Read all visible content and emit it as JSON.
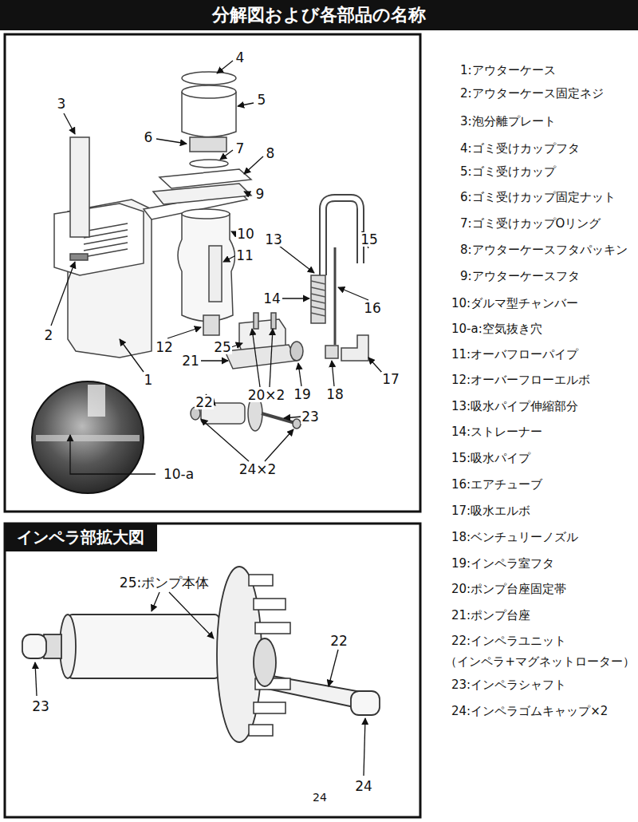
{
  "diagram": {
    "nodes": [
      {
        "text": [
          "分解図および各部品の名称"
        ]
      },
      {
        "text": [
          "インペラ部拡大図"
        ]
      }
    ],
    "labels": [
      "4",
      "5",
      "3",
      "6",
      "7",
      "8",
      "9",
      "10",
      "13",
      "15",
      "11",
      "2",
      "14",
      "16",
      "12",
      "25",
      "21",
      "1",
      "20×2",
      "19",
      "18",
      "17",
      "22",
      "23",
      "24×2",
      "10-a",
      "1:アウターケース",
      "2:アウターケース固定ネジ",
      "3:泡分離プレート",
      "4:ゴミ受けカップフタ",
      "5:ゴミ受けカップ",
      "6:ゴミ受けカップ固定ナット",
      "7:ゴミ受けカップOリング",
      "8:アウターケースフタパッキン",
      "9:アウターケースフタ",
      "10:ダルマ型チャンバー",
      "10-a:空気抜き穴",
      "11:オーバフローパイプ",
      "12:オーバーフローエルボ",
      "13:吸水パイプ伸縮部分",
      "14:ストレーナー",
      "15:吸水パイプ",
      "16:エアチューブ",
      "17:吸水エルボ",
      "18:ベンチュリーノズル",
      "19:インペラ室フタ",
      "20:ポンプ台座固定帯",
      "21:ポンプ台座",
      "22:インペラユニット",
      "（インペラ+マグネットローター）",
      "23:インペラシャフト",
      "24:インペラゴムキャップ×2",
      "25:ポンプ本体",
      "22",
      "23",
      "24",
      "24"
    ]
  }
}
